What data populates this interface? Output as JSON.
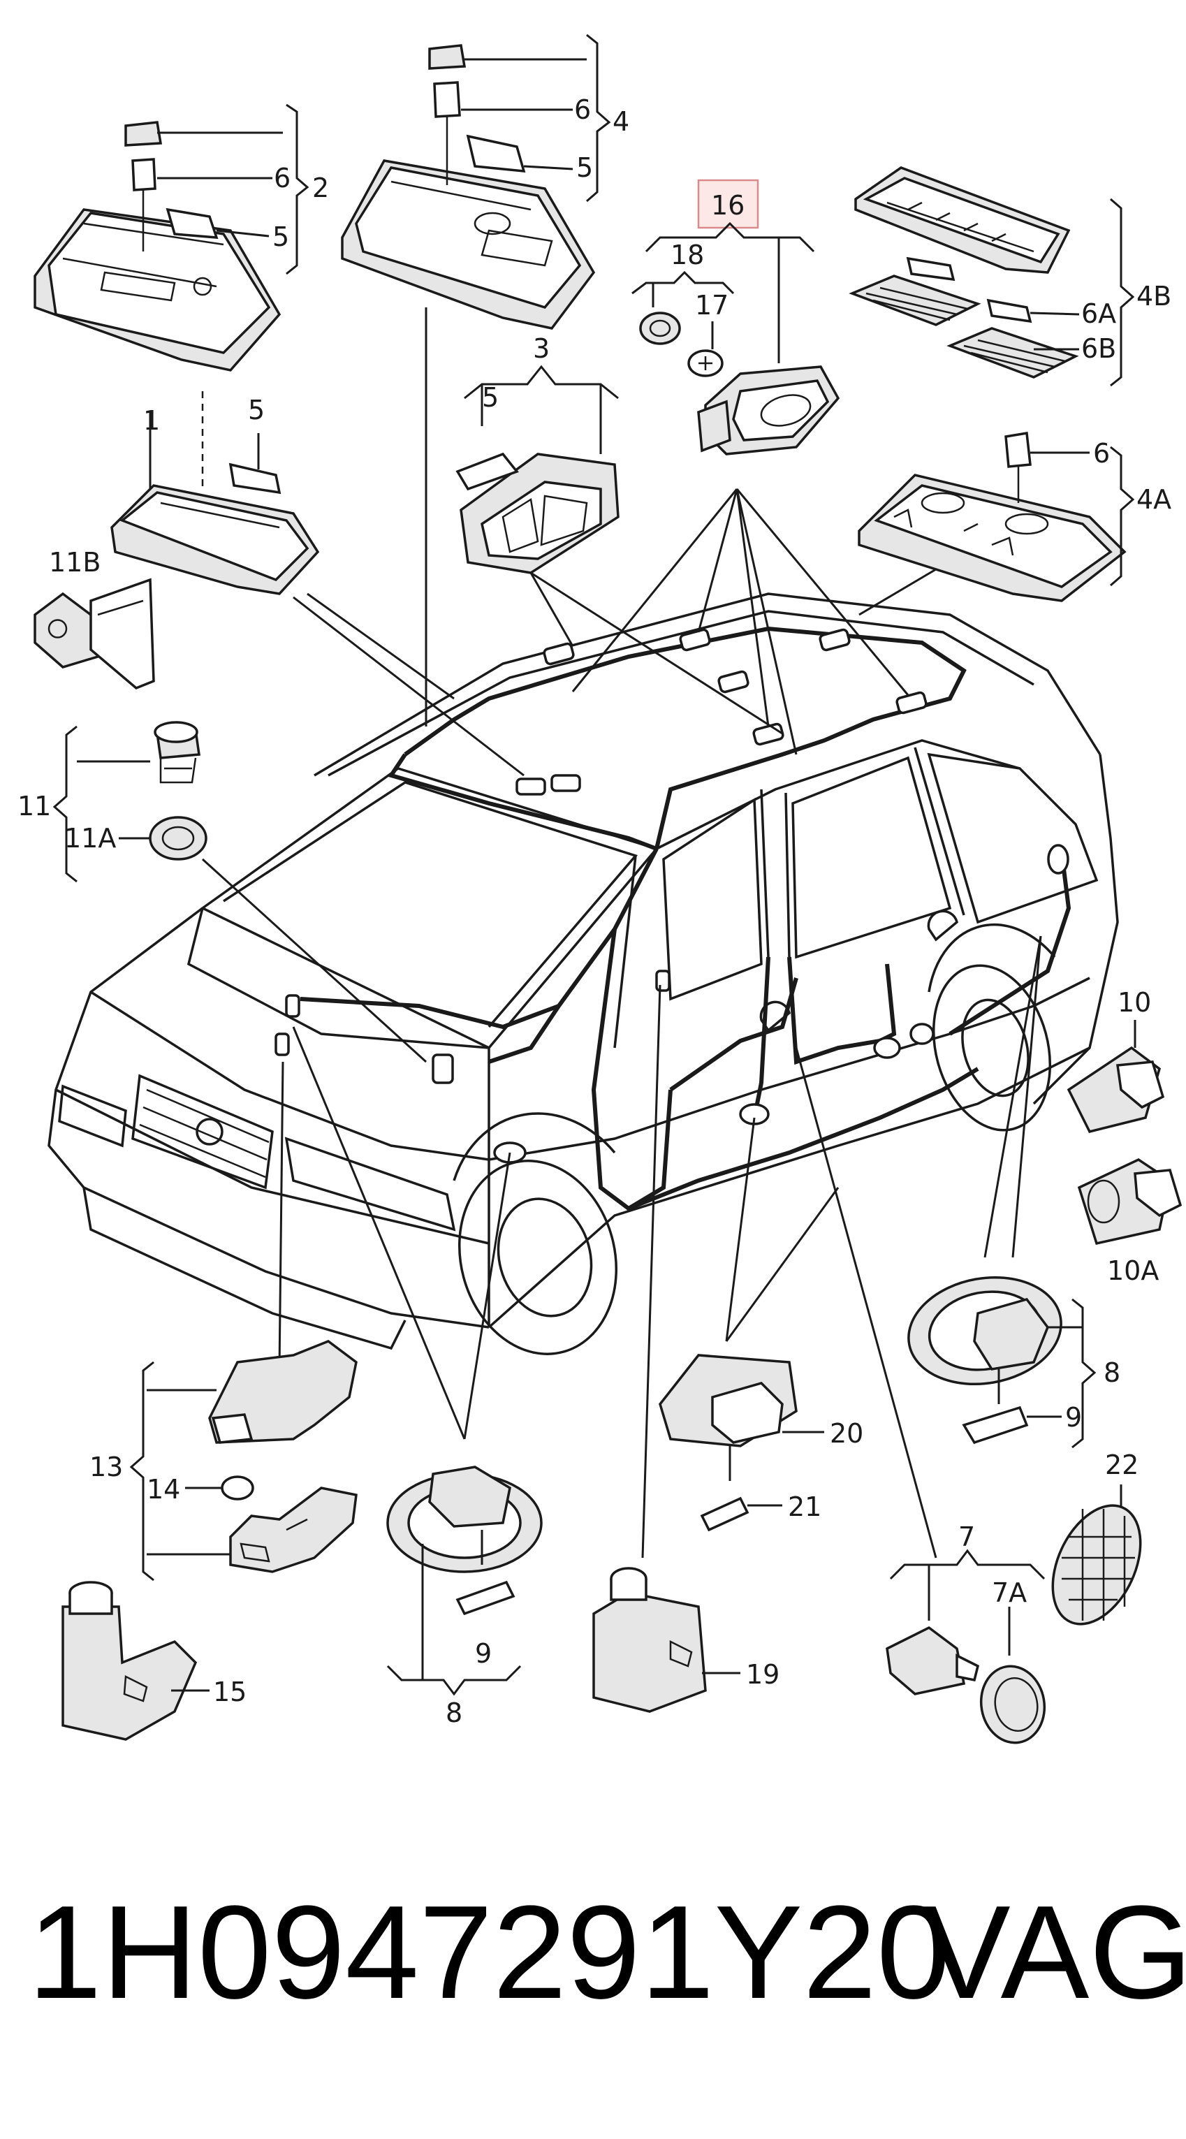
{
  "labels": {
    "l1": "1",
    "l2": "2",
    "l3": "3",
    "l4": "4",
    "l4A": "4A",
    "l4B": "4B",
    "l5a": "5",
    "l5b": "5",
    "l5c": "5",
    "l5d": "5",
    "l6a": "6",
    "l6b": "6",
    "l6c": "6",
    "l6A": "6A",
    "l6B": "6B",
    "l7": "7",
    "l7A": "7A",
    "l8a": "8",
    "l8b": "8",
    "l9a": "9",
    "l9b": "9",
    "l10": "10",
    "l10A": "10A",
    "l11": "11",
    "l11A": "11A",
    "l11B": "11B",
    "l13": "13",
    "l14": "14",
    "l15": "15",
    "l16": "16",
    "l17": "17",
    "l18": "18",
    "l19": "19",
    "l20": "20",
    "l21": "21",
    "l22": "22"
  },
  "footer": {
    "part_number": "1H0947291Y20",
    "brand": "VAG"
  },
  "colors": {
    "highlight_fill": "#fde8e8",
    "highlight_border": "#d98a8a",
    "ink": "#1a1a1a"
  }
}
